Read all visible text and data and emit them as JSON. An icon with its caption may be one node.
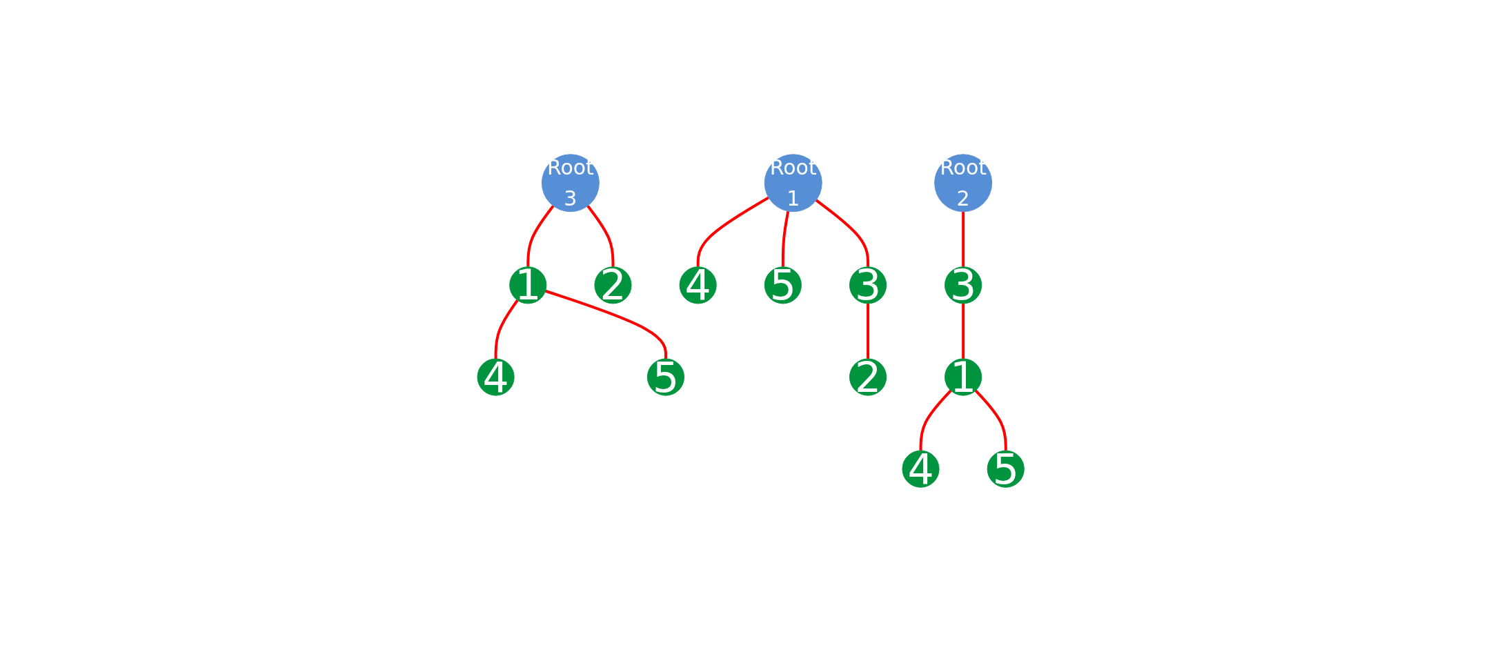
{
  "diagram": {
    "nodes": [
      {
        "text": [
          "Root",
          "3"
        ]
      },
      {
        "text": [
          "1"
        ]
      },
      {
        "text": [
          "2"
        ]
      },
      {
        "text": [
          "4"
        ]
      },
      {
        "text": [
          "5"
        ]
      },
      {
        "text": [
          "Root",
          "1"
        ]
      },
      {
        "text": [
          "4"
        ]
      },
      {
        "text": [
          "5"
        ]
      },
      {
        "text": [
          "3"
        ]
      },
      {
        "text": [
          "2"
        ]
      },
      {
        "text": [
          "Root",
          "2"
        ]
      },
      {
        "text": [
          "3"
        ]
      },
      {
        "text": [
          "1"
        ]
      },
      {
        "text": [
          "4"
        ]
      },
      {
        "text": [
          "5"
        ]
      }
    ],
    "edges": [
      {
        "from": 0,
        "to": 1,
        "arrow": "none"
      },
      {
        "from": 0,
        "to": 2,
        "arrow": "none"
      },
      {
        "from": 1,
        "to": 3,
        "arrow": "none"
      },
      {
        "from": 1,
        "to": 4,
        "arrow": "none"
      },
      {
        "from": 5,
        "to": 6,
        "arrow": "none"
      },
      {
        "from": 5,
        "to": 7,
        "arrow": "none"
      },
      {
        "from": 5,
        "to": 8,
        "arrow": "none"
      },
      {
        "from": 8,
        "to": 9,
        "arrow": "none"
      },
      {
        "from": 10,
        "to": 11,
        "arrow": "none"
      },
      {
        "from": 11,
        "to": 12,
        "arrow": "none"
      },
      {
        "from": 12,
        "to": 13,
        "arrow": "none"
      },
      {
        "from": 12,
        "to": 14,
        "arrow": "none"
      }
    ]
  }
}
